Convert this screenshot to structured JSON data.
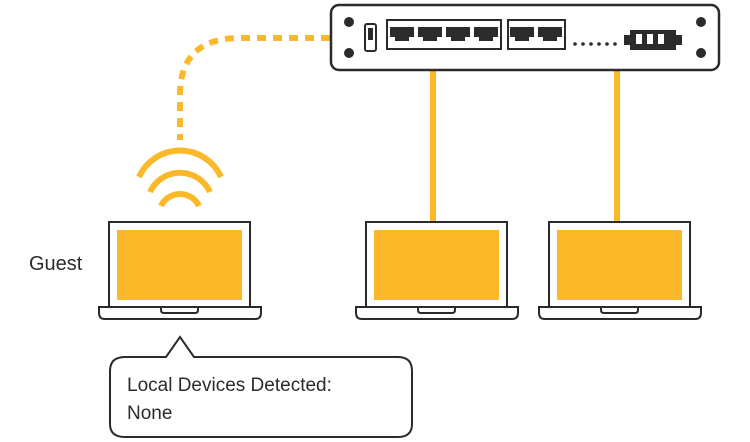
{
  "guest_label": "Guest",
  "bubble": {
    "line1": "Local Devices Detected:",
    "line2": "None"
  },
  "colors": {
    "accent": "#FBB829",
    "outline": "#2B2B2B",
    "background": "#FFFFFF"
  },
  "router": {
    "ethernet_ports": 6,
    "status_leds": 6,
    "usb_ports": 1
  },
  "devices": [
    "guest-laptop",
    "wired-laptop-1",
    "wired-laptop-2"
  ],
  "icons": [
    "router-icon",
    "wifi-signal-icon",
    "laptop-icon",
    "speech-bubble-icon"
  ]
}
